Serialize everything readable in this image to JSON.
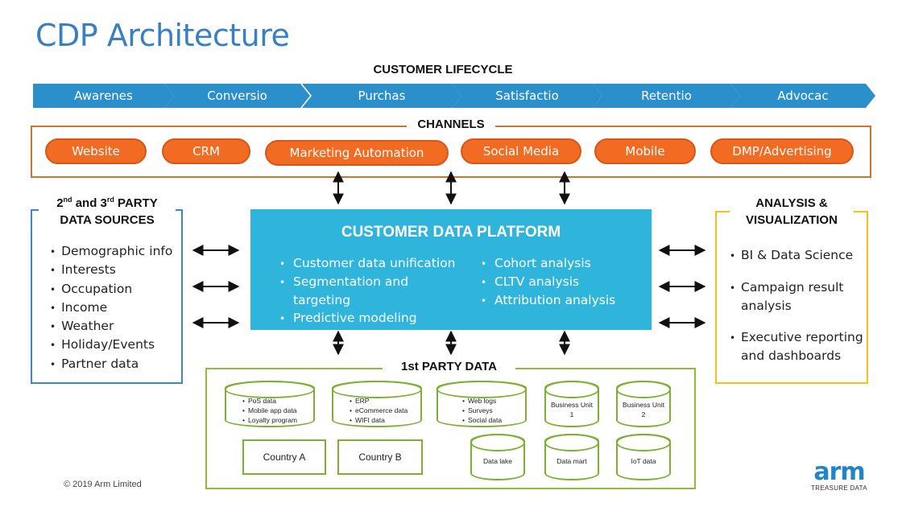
{
  "title": "CDP Architecture",
  "lifecycle": {
    "heading": "CUSTOMER LIFECYCLE",
    "stages": [
      "Awarenes",
      "Conversio",
      "Purchas",
      "Satisfactio",
      "Retentio",
      "Advocac"
    ],
    "color": "#2b8fcb"
  },
  "channels": {
    "heading": "CHANNELS",
    "items": [
      "Website",
      "CRM",
      "Marketing Automation",
      "Social Media",
      "Mobile",
      "DMP/Advertising"
    ],
    "color": "#f26b22"
  },
  "sources": {
    "heading_prefix": "2",
    "heading_sup1": "nd",
    "heading_mid": " and 3",
    "heading_sup2": "rd",
    "heading_suffix": " PARTY",
    "heading_line2": "DATA SOURCES",
    "items": [
      "Demographic info",
      "Interests",
      "Occupation",
      "Income",
      "Weather",
      "Holiday/Events",
      "Partner data"
    ]
  },
  "cdp": {
    "title": "CUSTOMER DATA PLATFORM",
    "left_items": [
      "Customer data unification",
      "Segmentation and targeting",
      "Predictive modeling"
    ],
    "right_items": [
      "Cohort analysis",
      "CLTV analysis",
      "Attribution analysis"
    ],
    "color": "#2fb4dc"
  },
  "analysis": {
    "heading_line1": "ANALYSIS &",
    "heading_line2": "VISUALIZATION",
    "items": [
      "BI & Data Science",
      "Campaign result analysis",
      "Executive reporting and dashboards"
    ]
  },
  "first_party": {
    "heading": "1st PARTY DATA",
    "db1": [
      "PoS data",
      "Mobile app data",
      "Loyalty program"
    ],
    "db2": [
      "ERP",
      "eCommerce data",
      "WIFI data"
    ],
    "db3": [
      "Web logs",
      "Surveys",
      "Social data"
    ],
    "bu1": [
      "Business Unit",
      "1"
    ],
    "bu2": [
      "Business Unit",
      "2"
    ],
    "country_a": "Country A",
    "country_b": "Country B",
    "data_lake": "Data lake",
    "data_mart": "Data mart",
    "iot": "IoT data"
  },
  "footer": {
    "copyright": "© 2019 Arm Limited",
    "logo_mark": "arm",
    "logo_sub": "TREASURE DATA"
  }
}
